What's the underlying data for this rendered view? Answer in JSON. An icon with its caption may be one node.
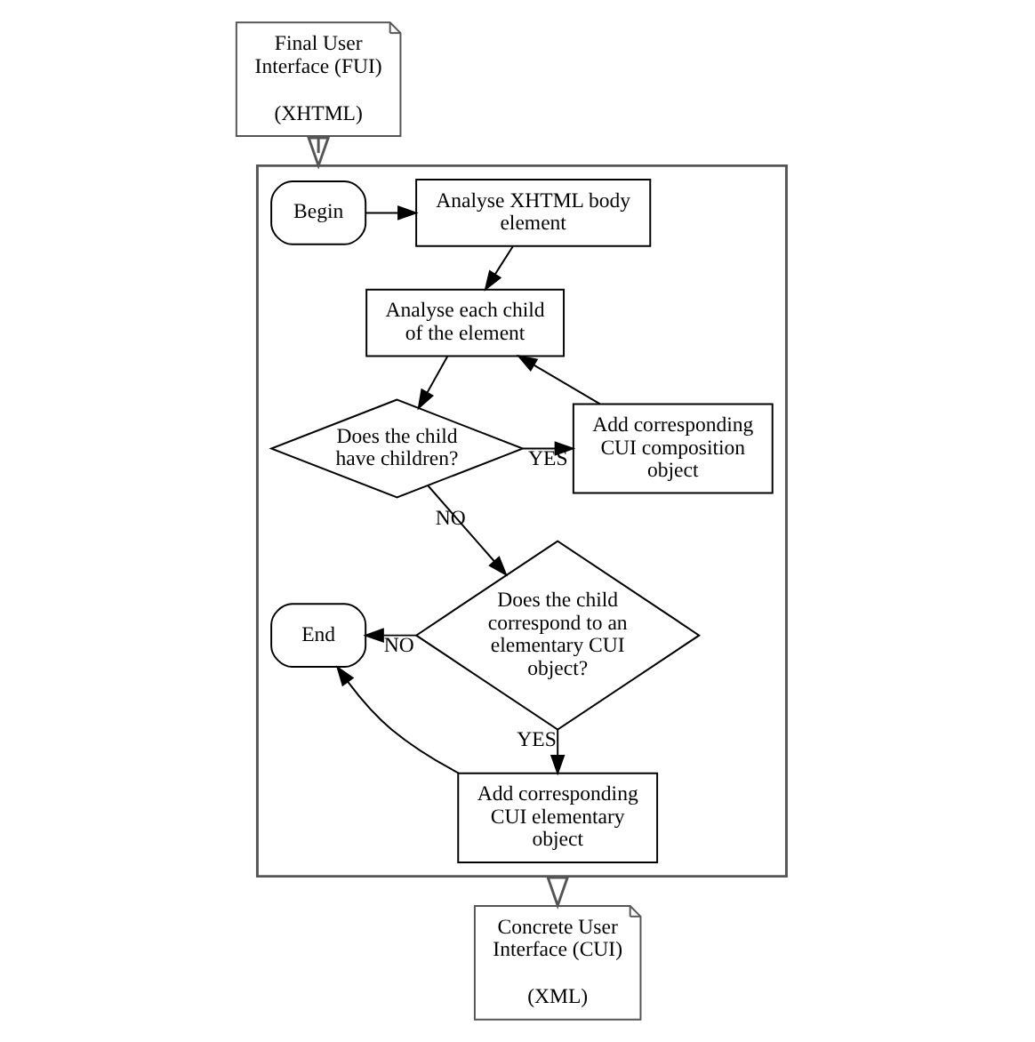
{
  "diagram": {
    "nodes": [
      {
        "text": [
          "Final User Interface (FUI)",
          "(XHTML)"
        ]
      },
      {
        "text": [],
        "shape": "box"
      },
      {
        "text": [
          "Begin"
        ],
        "in": 1
      },
      {
        "text": [
          "Analyse XHTML body element"
        ],
        "in": 1
      },
      {
        "text": [
          "Analyse each child of the element"
        ],
        "in": 1
      },
      {
        "text": [
          "Add corresponding CUI composition object"
        ],
        "in": 1
      },
      {
        "text": [
          "Does the child have children?"
        ],
        "in": 1
      },
      {
        "text": [
          "End"
        ],
        "in": 1
      },
      {
        "text": [
          "Does the child correspond to an elementary CUI object?"
        ],
        "in": 1
      },
      {
        "text": [
          "Add corresponding CUI elementary object"
        ],
        "in": 1
      },
      {
        "text": [
          "Concrete User Interface (CUI)",
          "(XML)"
        ]
      }
    ],
    "edges": [
      {
        "from": 0,
        "to": 1,
        "arrow": "to"
      },
      {
        "from": 2,
        "to": 3,
        "arrow": "to"
      },
      {
        "from": 3,
        "to": 4,
        "arrow": "to"
      },
      {
        "from": 4,
        "to": 6,
        "arrow": "to"
      },
      {
        "from": 6,
        "to": 5,
        "arrow": "to",
        "label": "YES"
      },
      {
        "from": 5,
        "to": 4,
        "arrow": "to"
      },
      {
        "from": 6,
        "to": 8,
        "arrow": "to",
        "label": "NO"
      },
      {
        "from": 8,
        "to": 7,
        "arrow": "to",
        "label": "NO"
      },
      {
        "from": 8,
        "to": 9,
        "arrow": "to",
        "label": "YES"
      },
      {
        "from": 9,
        "to": 7,
        "arrow": "to"
      },
      {
        "from": 1,
        "to": 10,
        "arrow": "to"
      }
    ]
  }
}
